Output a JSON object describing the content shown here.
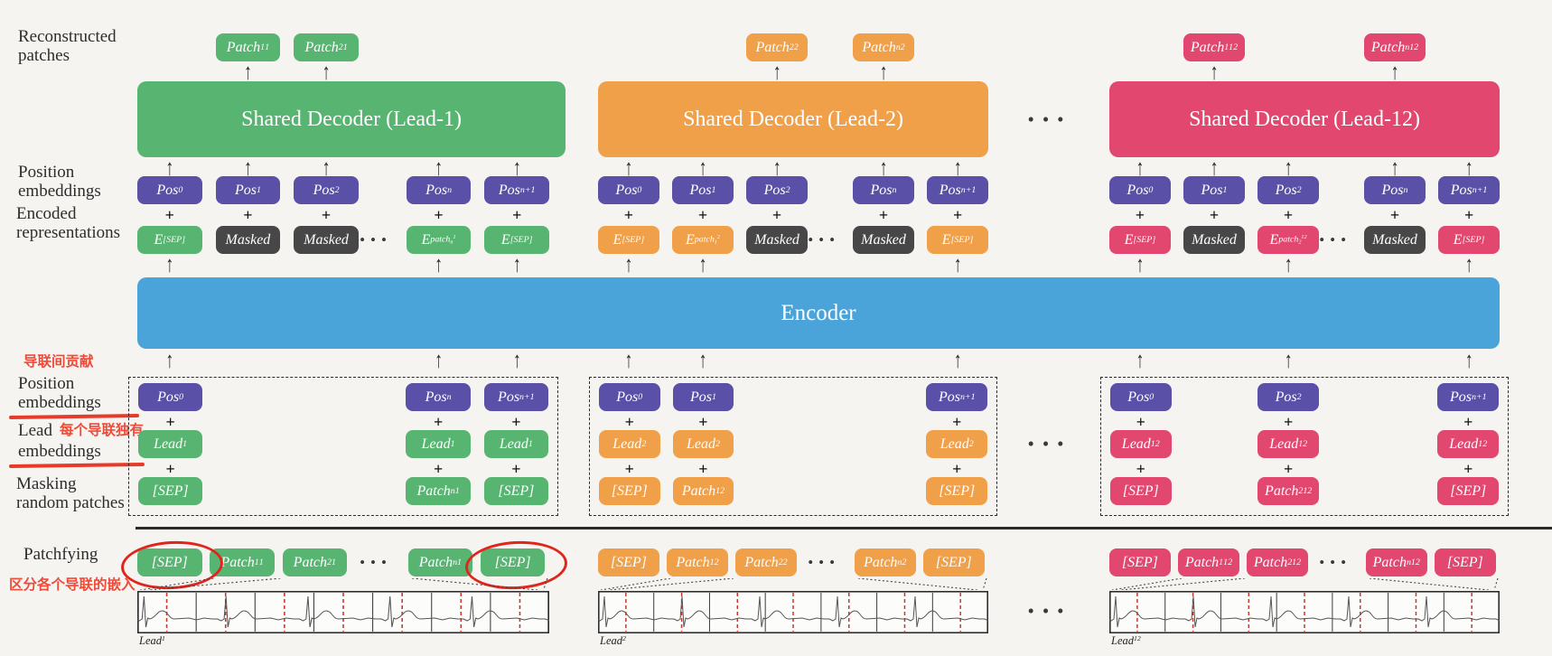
{
  "colors": {
    "background": "#f5f4f1",
    "pos_purple": "#5b50a7",
    "masked_dark": "#474747",
    "encoder_blue": "#4aa4d9",
    "lead1_green": "#58b571",
    "lead2_orange": "#f0a049",
    "lead12_pink": "#e2476f",
    "annotation_red": "#f04a38",
    "circle_red": "#e0251c",
    "text_dark": "#2d2d2d"
  },
  "dots": "•••",
  "encoder_label": "Encoder",
  "left_labels": {
    "reconstructed": "Reconstructed\npatches",
    "position_top": "Position\nembeddings",
    "encoded": "Encoded\nrepresentations",
    "position_bottom": "Position\nembeddings",
    "lead": "Lead",
    "lead2": "embeddings",
    "masking": "Masking\nrandom patches",
    "patchfying": "Patchfying"
  },
  "annotations": {
    "inter_lead_contribution": "导联间贡献",
    "unique_per_lead": "每个导联独有",
    "distinguish_lead_embeddings": "区分各个导联的嵌入"
  },
  "leads": [
    {
      "id": "lead-1",
      "color_key": "lead1_green",
      "decoder_label": "Shared Decoder (Lead-1)",
      "reconstructed": [
        {
          "col": 2,
          "spec": "Patch_{1}^{1}"
        },
        {
          "col": 3,
          "spec": "Patch_{2}^{1}"
        }
      ],
      "pos_row": [
        "Pos_{0}",
        "Pos_{1}",
        "Pos_{2}",
        "Pos_{n}",
        "Pos_{n+1}"
      ],
      "encoded_row": [
        {
          "spec": "E_{[SEP]}",
          "masked": false
        },
        {
          "spec": "Masked",
          "masked": true
        },
        {
          "spec": "Masked",
          "masked": true
        },
        {
          "spec": "E_{patch_{n}^{1}}",
          "masked": false
        },
        {
          "spec": "E_{[SEP]}",
          "masked": false
        }
      ],
      "visible_cols": [
        1,
        4,
        5
      ],
      "input_cols": [
        {
          "col": 1,
          "pos": "Pos_{0}",
          "lead": "Lead^{1}",
          "token": "[SEP]"
        },
        {
          "col": 4,
          "pos": "Pos_{n}",
          "lead": "Lead^{1}",
          "token": "Patch_{n}^{1}"
        },
        {
          "col": 5,
          "pos": "Pos_{n+1}",
          "lead": "Lead^{1}",
          "token": "[SEP]"
        }
      ],
      "patchfying_row": [
        "[SEP]",
        "Patch_{1}^{1}",
        "Patch_{2}^{1}",
        "Patch_{n}^{1}",
        "[SEP]"
      ],
      "sep_circled": true,
      "ecg_label": "Lead^{1}"
    },
    {
      "id": "lead-2",
      "color_key": "lead2_orange",
      "decoder_label": "Shared Decoder (Lead-2)",
      "reconstructed": [
        {
          "col": 3,
          "spec": "Patch_{2}^{2}"
        },
        {
          "col": 4,
          "spec": "Patch_{n}^{2}"
        }
      ],
      "pos_row": [
        "Pos_{0}",
        "Pos_{1}",
        "Pos_{2}",
        "Pos_{n}",
        "Pos_{n+1}"
      ],
      "encoded_row": [
        {
          "spec": "E_{[SEP]}",
          "masked": false
        },
        {
          "spec": "E_{patch_{1}^{2}}",
          "masked": false
        },
        {
          "spec": "Masked",
          "masked": true
        },
        {
          "spec": "Masked",
          "masked": true
        },
        {
          "spec": "E_{[SEP]}",
          "masked": false
        }
      ],
      "visible_cols": [
        1,
        2,
        5
      ],
      "input_cols": [
        {
          "col": 1,
          "pos": "Pos_{0}",
          "lead": "Lead^{2}",
          "token": "[SEP]"
        },
        {
          "col": 2,
          "pos": "Pos_{1}",
          "lead": "Lead^{2}",
          "token": "Patch_{1}^{2}"
        },
        {
          "col": 5,
          "pos": "Pos_{n+1}",
          "lead": "Lead^{2}",
          "token": "[SEP]"
        }
      ],
      "patchfying_row": [
        "[SEP]",
        "Patch_{1}^{2}",
        "Patch_{2}^{2}",
        "Patch_{n}^{2}",
        "[SEP]"
      ],
      "sep_circled": false,
      "ecg_label": "Lead^{2}"
    },
    {
      "id": "lead-12",
      "color_key": "lead12_pink",
      "decoder_label": "Shared Decoder (Lead-12)",
      "reconstructed": [
        {
          "col": 2,
          "spec": "Patch_{1}^{12}"
        },
        {
          "col": 4,
          "spec": "Patch_{n}^{12}"
        }
      ],
      "pos_row": [
        "Pos_{0}",
        "Pos_{1}",
        "Pos_{2}",
        "Pos_{n}",
        "Pos_{n+1}"
      ],
      "encoded_row": [
        {
          "spec": "E_{[SEP]}",
          "masked": false
        },
        {
          "spec": "Masked",
          "masked": true
        },
        {
          "spec": "E_{patch_{2}^{12}}",
          "masked": false
        },
        {
          "spec": "Masked",
          "masked": true
        },
        {
          "spec": "E_{[SEP]}",
          "masked": false
        }
      ],
      "visible_cols": [
        1,
        3,
        5
      ],
      "input_cols": [
        {
          "col": 1,
          "pos": "Pos_{0}",
          "lead": "Lead^{12}",
          "token": "[SEP]"
        },
        {
          "col": 3,
          "pos": "Pos_{2}",
          "lead": "Lead^{12}",
          "token": "Patch_{2}^{12}"
        },
        {
          "col": 5,
          "pos": "Pos_{n+1}",
          "lead": "Lead^{12}",
          "token": "[SEP]"
        }
      ],
      "patchfying_row": [
        "[SEP]",
        "Patch_{1}^{12}",
        "Patch_{2}^{12}",
        "Patch_{n}^{12}",
        "[SEP]"
      ],
      "sep_circled": false,
      "ecg_label": "Lead^{12}"
    }
  ]
}
